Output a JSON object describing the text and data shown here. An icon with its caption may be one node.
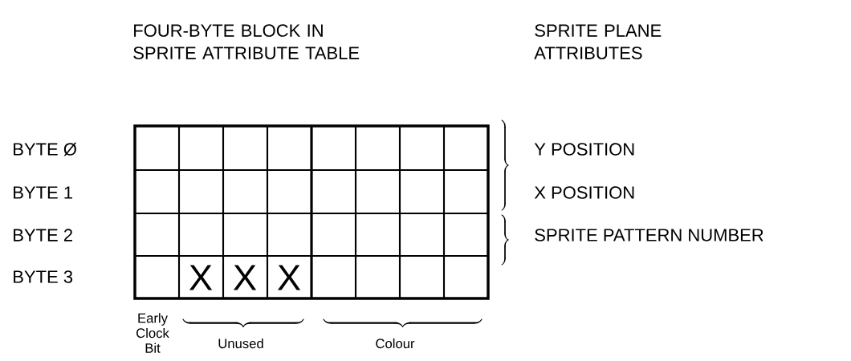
{
  "diagram": {
    "labels": [
      "FOUR-BYTE BLOCK IN SPRITE ATTRIBUTE TABLE",
      "SPRITE PLANE ATTRIBUTES",
      "BYTE Ø",
      "Y POSITION",
      "BYTE 1",
      "X POSITION",
      "BYTE 2",
      "SPRITE PATTERN NUMBER",
      "BYTE 3",
      "X",
      "X",
      "X",
      "Early Clock Bit",
      "Unused",
      "Colour"
    ]
  }
}
